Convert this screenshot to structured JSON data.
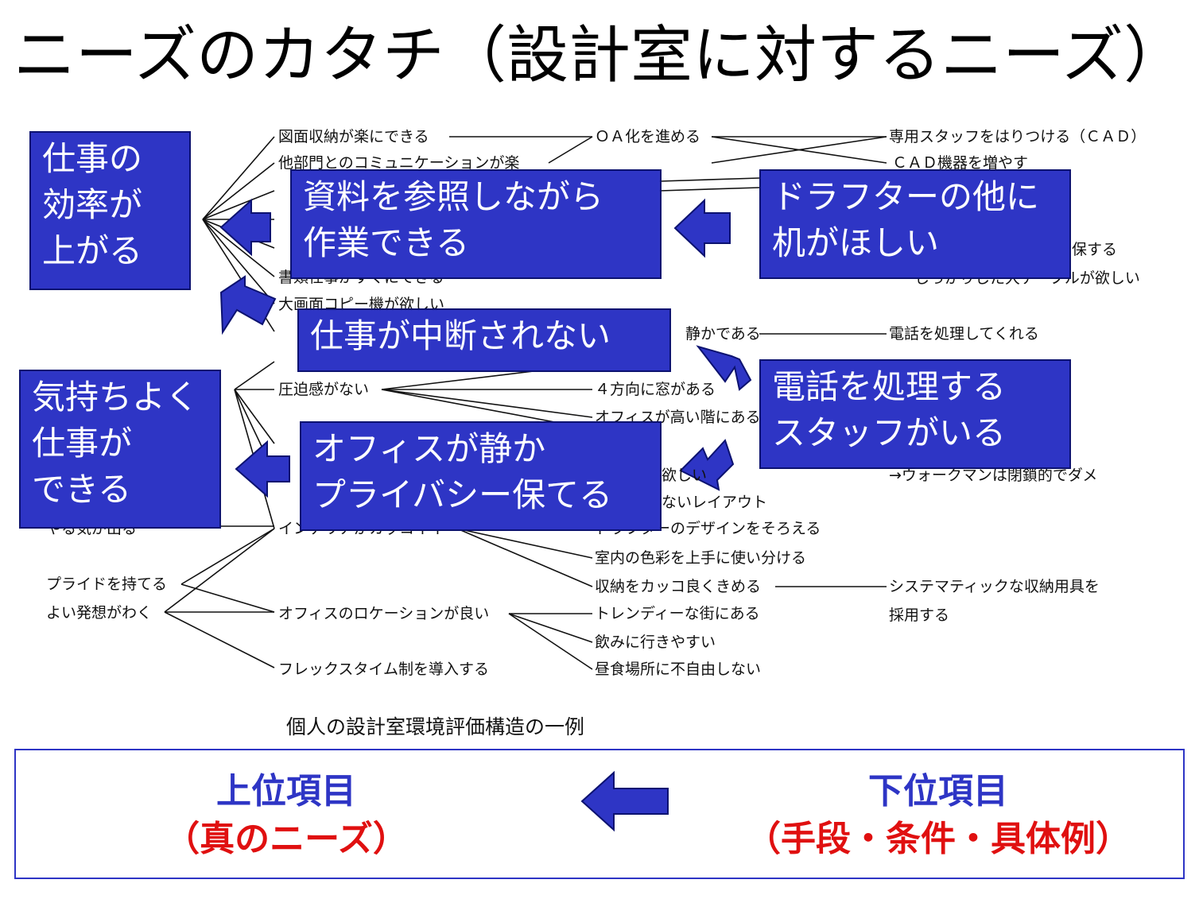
{
  "title": "ニーズのカタチ（設計室に対するニーズ）",
  "diagram": {
    "nodes": [
      {
        "id": "n_zumen",
        "text": "図面収納が楽にできる"
      },
      {
        "id": "n_tabumon",
        "text": "他部門とのコミュニケーションが楽"
      },
      {
        "id": "n_oa",
        "text": "ＯＡ化を進める"
      },
      {
        "id": "n_staff_cad",
        "text": "専用スタッフをはりつける（ＣＡＤ）"
      },
      {
        "id": "n_cad_kiki",
        "text": "ＣＡＤ機器を増やす"
      },
      {
        "id": "n_hosuru",
        "text": "保する"
      },
      {
        "id": "n_table",
        "text": "しっかりした大テーブルが欲しい"
      },
      {
        "id": "n_shorui",
        "text": "書類仕事がすぐにできる"
      },
      {
        "id": "n_copy",
        "text": "大画面コピー機が欲しい"
      },
      {
        "id": "n_shizuka",
        "text": "静かである"
      },
      {
        "id": "n_denwa_shori",
        "text": "電話を処理してくれる"
      },
      {
        "id": "n_appaku",
        "text": "圧迫感がない"
      },
      {
        "id": "n_4houkou",
        "text": "４方向に窓がある"
      },
      {
        "id": "n_office_takai",
        "text": "オフィスが高い階にある"
      },
      {
        "id": "n_hoshii",
        "text": "欲しい"
      },
      {
        "id": "n_walkman",
        "text": "→ウォークマンは閉鎖的でダメ"
      },
      {
        "id": "n_layout",
        "text": "ないレイアウト"
      },
      {
        "id": "n_interior",
        "text": "インテリアがカッコイイ"
      },
      {
        "id": "n_drafter",
        "text": "ドラフターのデザインをそろえる"
      },
      {
        "id": "n_shikisai",
        "text": "室内の色彩を上手に使い分ける"
      },
      {
        "id": "n_shuno",
        "text": "収納をカッコ良くきめる"
      },
      {
        "id": "n_system",
        "text": "システマティックな収納用具を"
      },
      {
        "id": "n_saiyo",
        "text": "採用する"
      },
      {
        "id": "n_pride",
        "text": "プライドを持てる"
      },
      {
        "id": "n_hassou",
        "text": "よい発想がわく"
      },
      {
        "id": "n_location",
        "text": "オフィスのロケーションが良い"
      },
      {
        "id": "n_trendy",
        "text": "トレンディーな街にある"
      },
      {
        "id": "n_nomi",
        "text": "飲みに行きやすい"
      },
      {
        "id": "n_chushoku",
        "text": "昼食場所に不自由しない"
      },
      {
        "id": "n_flex",
        "text": "フレックスタイム制を導入する"
      },
      {
        "id": "n_yaruki",
        "text": "やる気が出る"
      }
    ],
    "boxes": {
      "koritsu": [
        "仕事の",
        "効率が",
        "上がる"
      ],
      "shiryo": [
        "資料を参照しながら",
        "作業できる"
      ],
      "drafter": [
        "ドラフターの他に",
        "机がほしい"
      ],
      "chudan": [
        "仕事が中断されない"
      ],
      "kimochi": [
        "気持ちよく",
        "仕事が",
        "できる"
      ],
      "denwa": [
        "電話を処理する",
        "スタッフがいる"
      ],
      "office": [
        "オフィスが静か",
        "プライバシー保てる"
      ]
    }
  },
  "caption": "個人の設計室環境評価構造の一例",
  "legend": {
    "upper_main": "上位項目",
    "upper_sub": "（真のニーズ）",
    "lower_main": "下位項目",
    "lower_sub": "（手段・条件・具体例）"
  },
  "colors": {
    "box": "#2e35c5",
    "upper_text": "#2e35c5",
    "sub_text": "#e01010"
  }
}
